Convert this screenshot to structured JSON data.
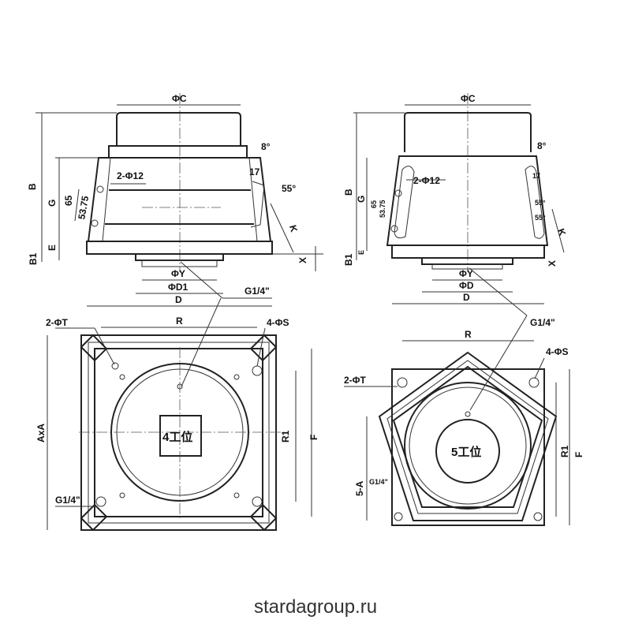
{
  "left_elevation": {
    "dims": {
      "phiC": "ΦC",
      "B": "B",
      "G": "G",
      "d65": "65",
      "d5375": "53.75",
      "holes": "2-Φ12",
      "angle8": "8°",
      "d17": "17",
      "angle55": "55°",
      "K": "K",
      "E": "E",
      "B1": "B1",
      "X": "X",
      "phiY": "ΦY",
      "phiD1": "ΦD1",
      "D": "D",
      "port": "G1/4\""
    }
  },
  "right_elevation": {
    "dims": {
      "phiC": "ΦC",
      "B": "B",
      "G": "G",
      "d65": "65",
      "d5375": "53.75",
      "holes": "2-Φ12",
      "angle8": "8°",
      "d17": "17",
      "angle55a": "55°",
      "angle55b": "55°",
      "K": "K",
      "E": "E",
      "B1": "B1",
      "X": "X",
      "phiY": "ΦY",
      "phiD": "ΦD",
      "D": "D",
      "port": "G1/4\""
    }
  },
  "left_plan": {
    "dims": {
      "T": "2-ΦT",
      "R": "R",
      "S": "4-ΦS",
      "AxA": "AxA",
      "R1": "R1",
      "F": "F",
      "port": "G1/4\""
    },
    "station_label": "4工位"
  },
  "right_plan": {
    "dims": {
      "T": "2-ΦT",
      "R": "R",
      "S": "4-ΦS",
      "A5": "5-A",
      "R1": "R1",
      "F": "F",
      "port": "G1/4\""
    },
    "station_label": "5工位"
  },
  "footer": "stardagroup.ru"
}
